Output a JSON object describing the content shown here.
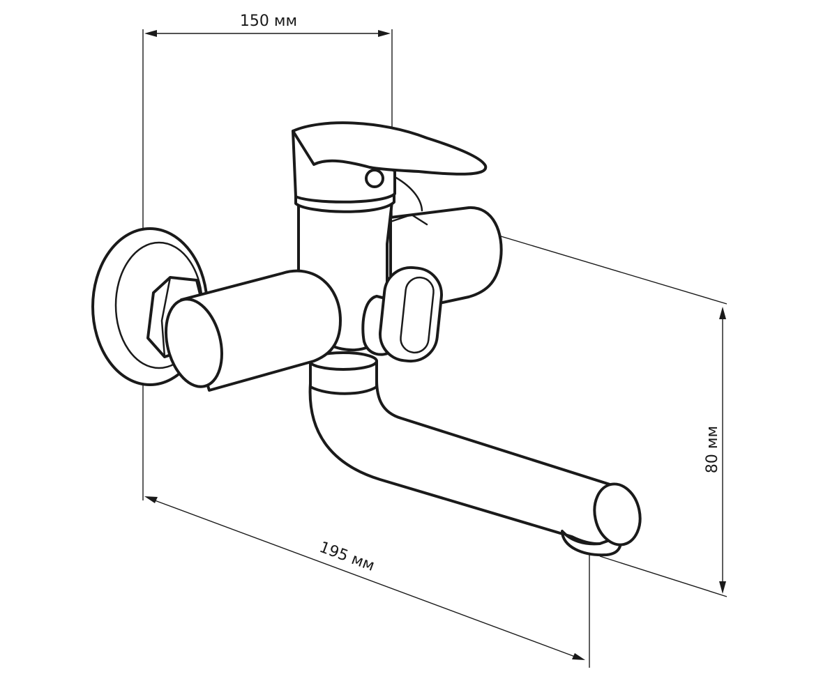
{
  "dimensions": {
    "top_width": "150 мм",
    "spout_length": "195 мм",
    "spout_height": "80 мм"
  }
}
